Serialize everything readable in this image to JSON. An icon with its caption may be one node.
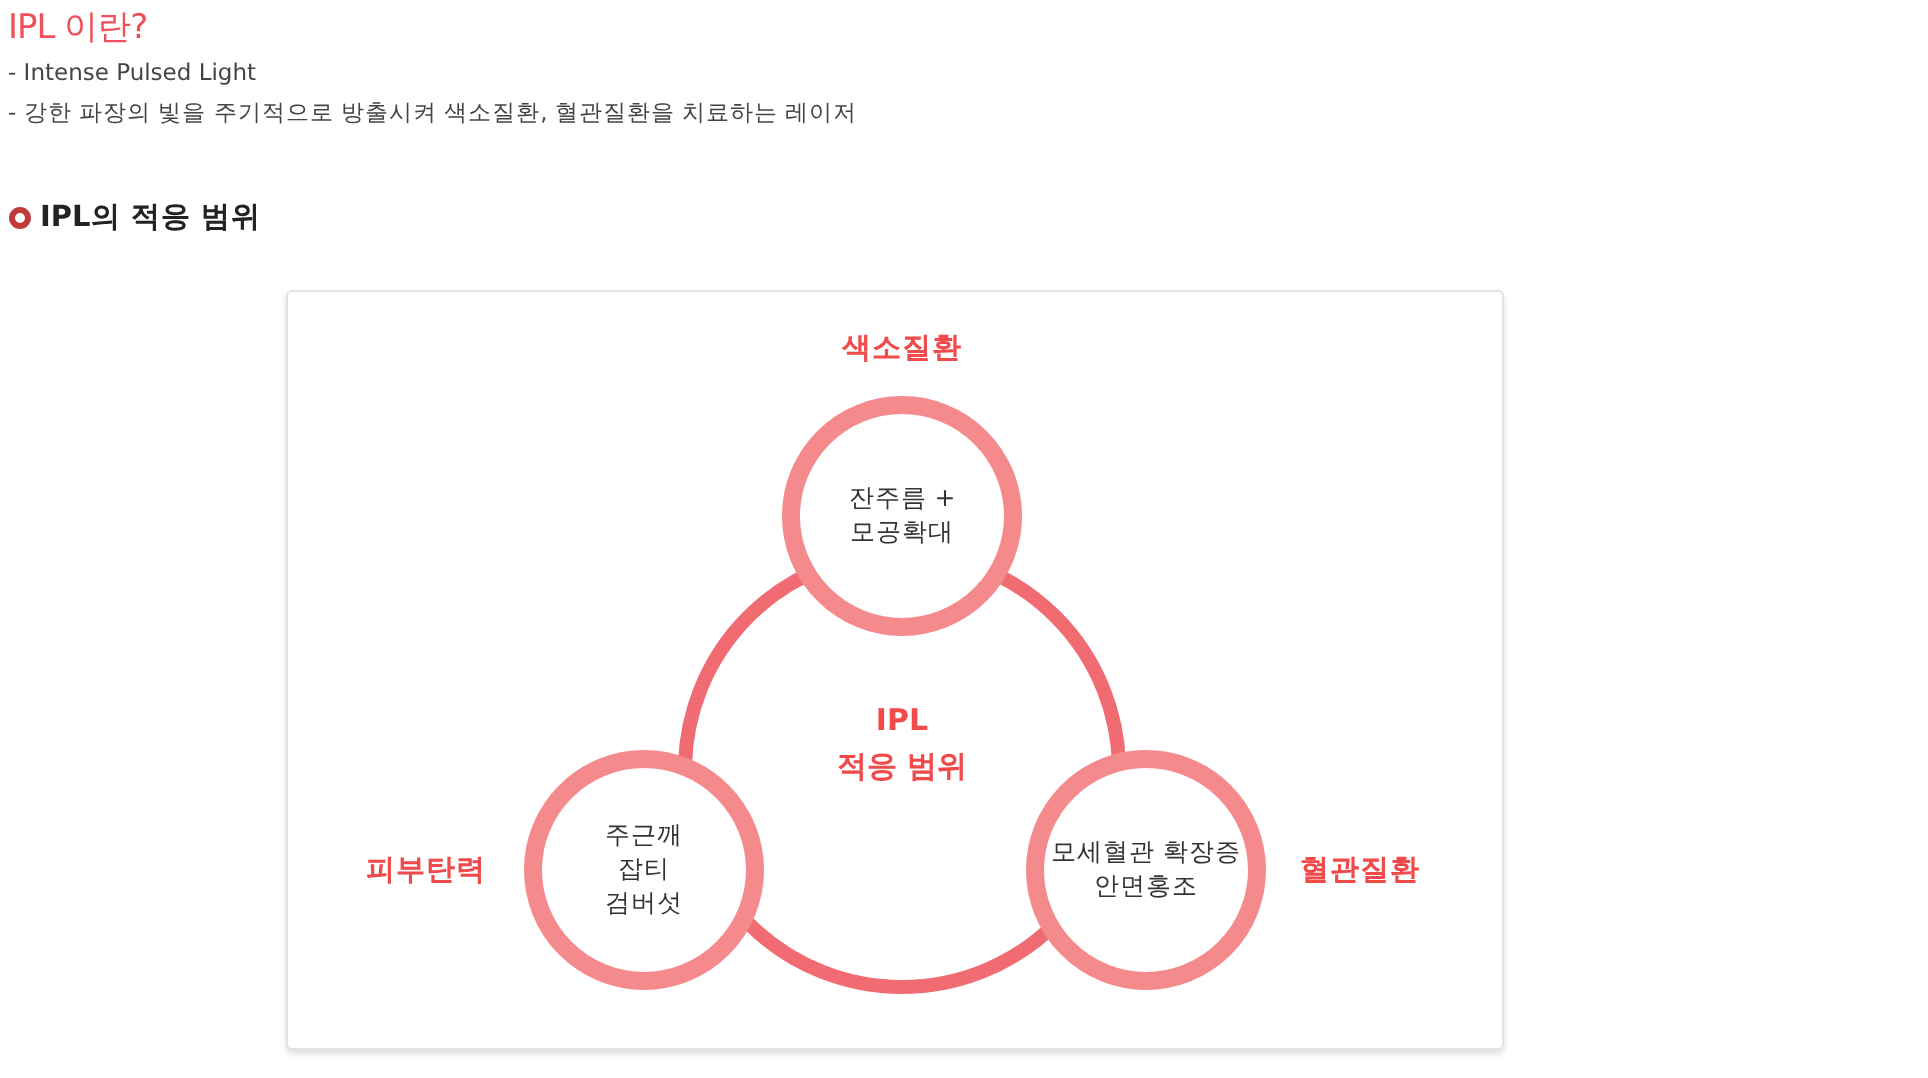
{
  "diagram": {
    "title": "IPL 이란?",
    "nodes": [
      {
        "text": [
          "IPL",
          "적응 범위"
        ]
      },
      {
        "text": [
          "잔주름 + 모공확대"
        ],
        "beside": [
          "색소질환"
        ]
      },
      {
        "text": [
          "주근깨 잡티 검버섯"
        ],
        "beside": [
          "피부탄력"
        ]
      },
      {
        "text": [
          "모세혈관 확장증 안면홍조"
        ],
        "beside": [
          "혈관질환"
        ]
      }
    ],
    "labels": [
      "- Intense Pulsed Light",
      "- 강한 파장의 빛을 주기적으로 방출시켜 색소질환, 혈관질환을 치료하는 레이저",
      "IPL의 적응 범위"
    ]
  }
}
